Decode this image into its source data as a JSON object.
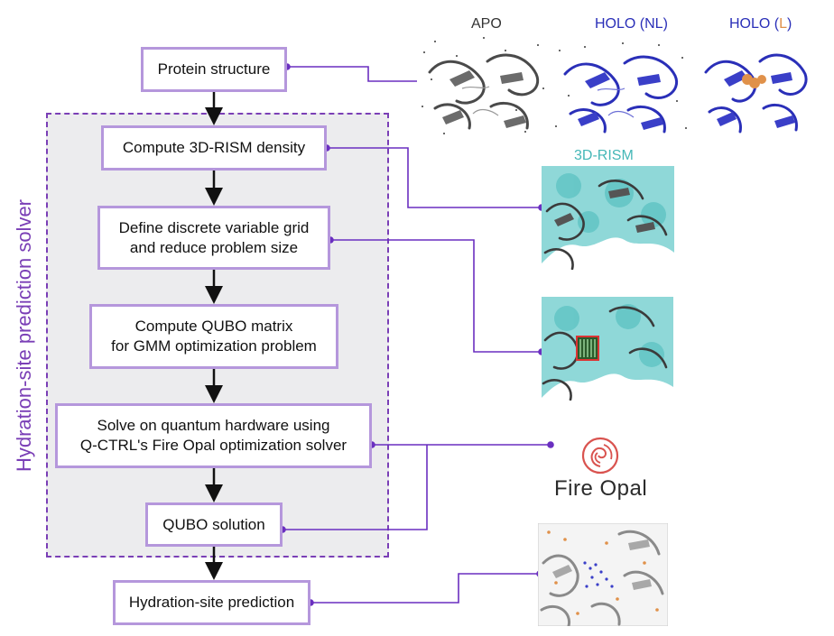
{
  "solver": {
    "label": "Hydration-site prediction solver"
  },
  "steps": {
    "protein_structure": "Protein structure",
    "compute_density": "Compute 3D-RISM density",
    "define_grid_line1": "Define discrete variable grid",
    "define_grid_line2": "and reduce problem size",
    "compute_qubo_line1": "Compute QUBO matrix",
    "compute_qubo_line2": "for GMM optimization problem",
    "solve_line1": "Solve on quantum hardware using",
    "solve_line2": "Q-CTRL's Fire Opal optimization solver",
    "qubo_solution": "QUBO solution",
    "prediction": "Hydration-site prediction"
  },
  "panels": {
    "apo": "APO",
    "holo_nl": "HOLO (NL)",
    "holo_l_prefix": "HOLO (",
    "holo_l_letter": "L",
    "holo_l_suffix": ")",
    "rism": "3D-RISM"
  },
  "fire_opal": {
    "name": "Fire Opal",
    "logo_icon": "fire-opal-logo-icon"
  },
  "colors": {
    "connector": "#6a2fc0",
    "box_border": "#b597dc",
    "solver_border": "#7a3fb6",
    "holo_blue": "#2a2fb8",
    "ligand_orange": "#e0914a",
    "rism_teal": "#45b7b7",
    "fire_opal_red": "#d9534f"
  }
}
